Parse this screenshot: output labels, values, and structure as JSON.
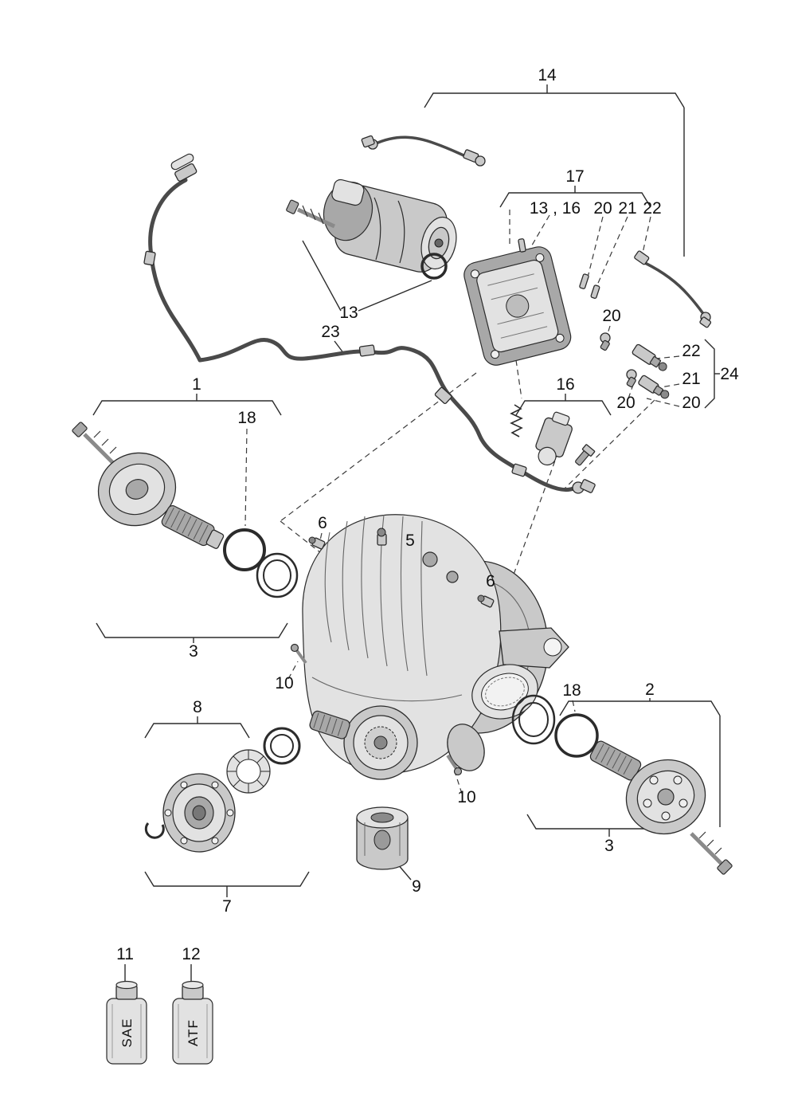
{
  "figure": {
    "type": "exploded-parts-diagram",
    "description": "Rear axle differential exploded view with drive flanges, actuator motor, valve body, seals, mounts and fluid bottles",
    "background": "#ffffff",
    "line_color": "#2b2b2b"
  },
  "callouts": {
    "c14": "14",
    "c17": "17",
    "c13_16": "13 , 16",
    "c20_top": "20",
    "c21_top": "21",
    "c22_top": "22",
    "c13": "13",
    "c23": "23",
    "c20_mid": "20",
    "c22_right": "22",
    "c21_right": "21",
    "c24": "24",
    "c20_low_left": "20",
    "c20_low_right": "20",
    "c16": "16",
    "c1": "1",
    "c18_left": "18",
    "c3_left": "3",
    "c6_left": "6",
    "c5": "5",
    "c6_right": "6",
    "c10_left": "10",
    "c18_right": "18",
    "c2": "2",
    "c8": "8",
    "c10_right": "10",
    "c3_right": "3",
    "c9": "9",
    "c7": "7",
    "c11": "11",
    "c12": "12"
  },
  "bottles": {
    "sae_label": "SAE",
    "atf_label": "ATF"
  }
}
